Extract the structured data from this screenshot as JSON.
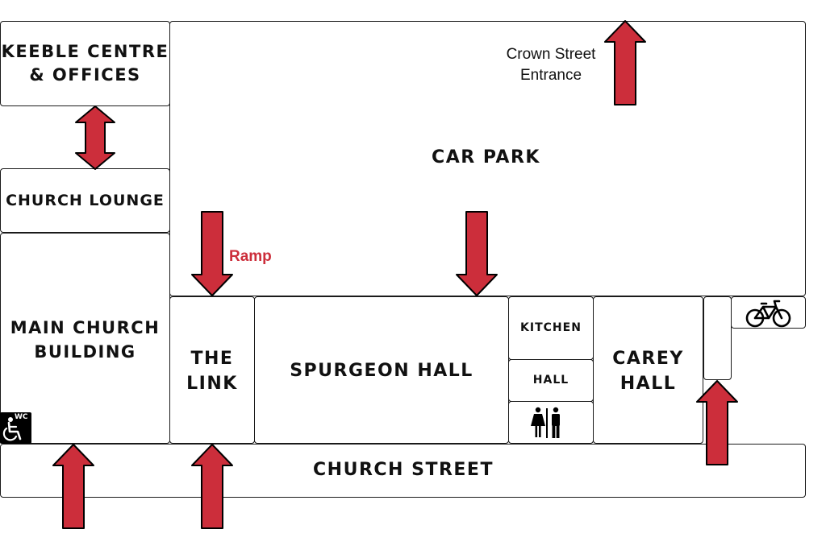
{
  "map": {
    "areas": {
      "keeble": "KEEBLE CENTRE\n& OFFICES",
      "church_lounge": "CHURCH LOUNGE",
      "main_church": "MAIN CHURCH\nBUILDING",
      "car_park": "CAR PARK",
      "the_link": "THE\nLINK",
      "spurgeon_hall": "SPURGEON HALL",
      "kitchen": "KITCHEN",
      "hall": "HALL",
      "carey_hall": "CAREY\nHALL",
      "church_street": "CHURCH STREET"
    },
    "annotations": {
      "crown_street": "Crown Street\nEntrance",
      "ramp": "Ramp",
      "wc": "WC"
    },
    "icons": [
      "wheelchair-wc-icon",
      "toilets-icon",
      "bicycle-icon",
      "arrow-icon"
    ],
    "colors": {
      "arrow": "#cc2e3b",
      "ramp_text": "#cc2e3b",
      "outline": "#1a1a1a"
    }
  }
}
